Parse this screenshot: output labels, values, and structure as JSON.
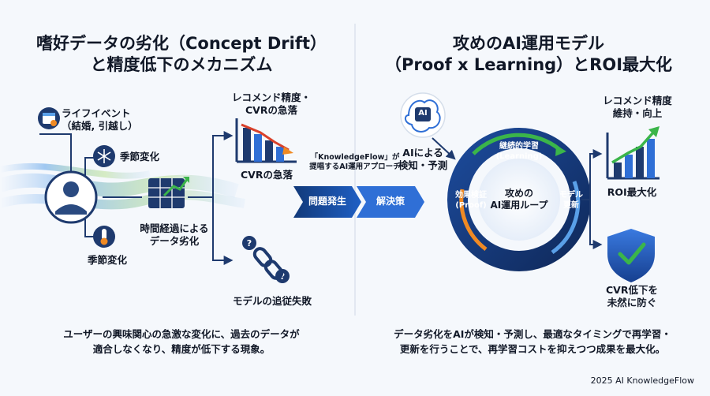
{
  "left": {
    "title": "嗜好データの劣化（Concept Drift）\nと精度低下のメカニズム",
    "life_event_label": "ライフイベント\n（結婚, 引越し）",
    "season_top_label": "季節変化",
    "season_bottom_label": "季節変化",
    "data_degradation_label": "時間経過による\nデータ劣化",
    "rec_drop_label": "レコメンド精度・\nCVRの急落",
    "cvr_drop_label": "CVRの急落",
    "model_fail_label": "モデルの追従失敗",
    "description": "ユーザーの興味関心の急激な変化に、過去のデータが\n適合しなくなり、精度が低下する現象。"
  },
  "center": {
    "proposal_label": "「KnowledgeFlow」が\n提唱するAI運用アプローチ",
    "problem_label": "問題発生",
    "solution_label": "解決策"
  },
  "right": {
    "title": "攻めのAI運用モデル\n（Proof x Learning）とROI最大化",
    "ai_badge": "AI",
    "ai_label": "AIによる\n検知・予測",
    "loop_center_label": "攻めの\nAI運用ループ",
    "loop_learning_label": "継続的学習\n(Learning)",
    "loop_update_label": "モデル\n更新",
    "loop_proof_label": "効果検証\n(Proof)",
    "rec_maintain_label": "レコメンド精度\n維持・向上",
    "roi_label": "ROI最大化",
    "cvr_prevent_label": "CVR低下を\n未然に防ぐ",
    "description": "データ劣化をAIが検知・予測し、最適なタイミングで再学習・\n更新を行うことで、再学習コストを抑えつつ成果を最大化。"
  },
  "footer": {
    "credit": "2025 AI KnowledgeFlow"
  },
  "colors": {
    "navy": "#1e3a6e",
    "blue": "#2f6fd6",
    "light_blue": "#5aa0e8",
    "green": "#3bb54a",
    "orange": "#f08a24",
    "red": "#d9412b",
    "icon_fill": "#2a4a80"
  }
}
